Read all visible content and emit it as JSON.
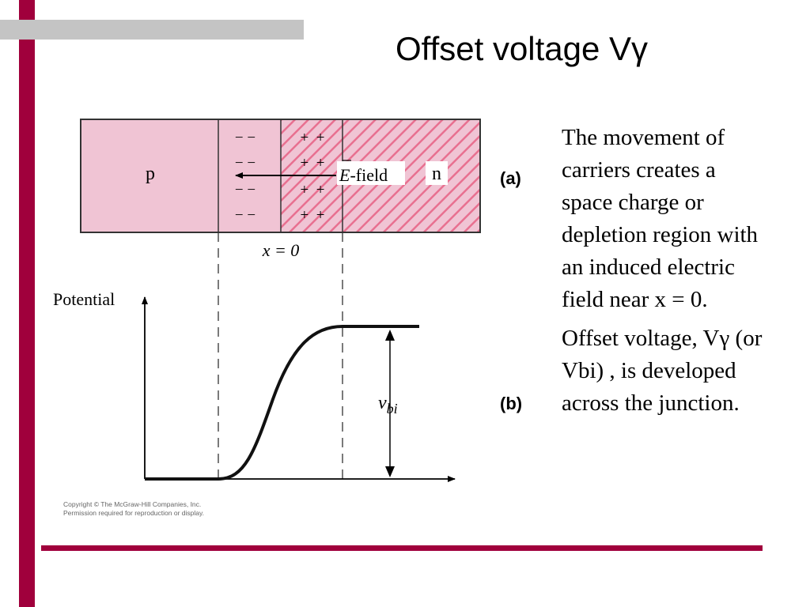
{
  "slide": {
    "title": "Offset voltage Vγ",
    "colors": {
      "accent": "#a0003c",
      "gray_bar": "#c4c4c4",
      "region_fill": "#f0c4d4",
      "hatch": "#e87090"
    }
  },
  "diagram": {
    "a": {
      "label": "(a)",
      "p_label": "p",
      "n_label": "n",
      "neg_charges": [
        "− −",
        "− −",
        "− −",
        "− −"
      ],
      "pos_charges": [
        "+  +",
        "+  +",
        "+  +",
        "+  +"
      ],
      "efield_symbol": "E",
      "efield_suffix": "-field",
      "x0_label": "x = 0"
    },
    "b": {
      "label": "(b)",
      "y_axis_label": "Potential",
      "vbi_main": "v",
      "vbi_sub": "bi"
    }
  },
  "text": {
    "para1": "The movement of carriers creates a space charge or depletion  region with an induced electric field near x = 0.",
    "para2": "Offset voltage, Vγ (or Vbi) , is developed across the junction."
  },
  "copyright": {
    "line1": "Copyright © The McGraw-Hill Companies, Inc.",
    "line2": "Permission required for reproduction or display."
  }
}
